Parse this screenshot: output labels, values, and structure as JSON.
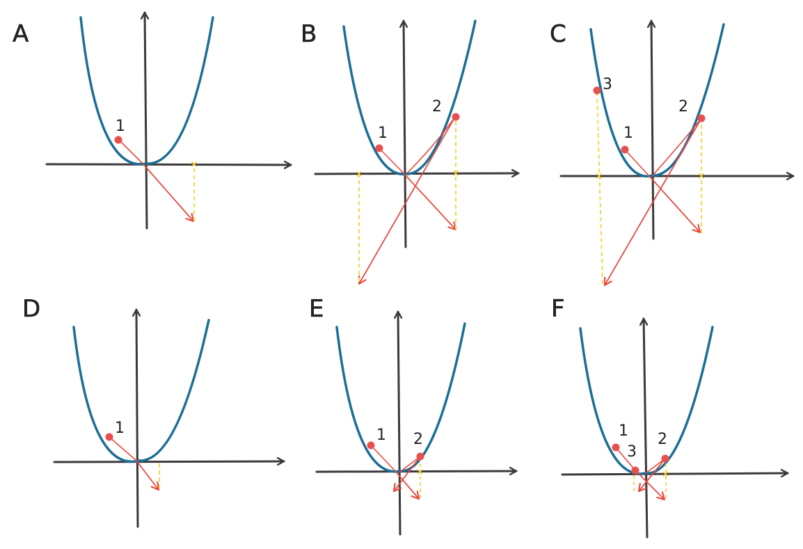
{
  "colors": {
    "axes": "#3a3a3a",
    "curve": "#1c6e96",
    "point": "#e85050",
    "arrow": "#e8483f",
    "projection": "#f3d84e"
  },
  "panels": [
    {
      "letter": "A",
      "points": [
        {
          "label": "1"
        }
      ]
    },
    {
      "letter": "B",
      "points": [
        {
          "label": "1"
        },
        {
          "label": "2"
        }
      ]
    },
    {
      "letter": "C",
      "points": [
        {
          "label": "1"
        },
        {
          "label": "2"
        },
        {
          "label": "3"
        }
      ]
    },
    {
      "letter": "D",
      "points": [
        {
          "label": "1"
        }
      ]
    },
    {
      "letter": "E",
      "points": [
        {
          "label": "1"
        },
        {
          "label": "2"
        }
      ]
    },
    {
      "letter": "F",
      "points": [
        {
          "label": "1"
        },
        {
          "label": "2"
        },
        {
          "label": "3"
        }
      ]
    }
  ]
}
